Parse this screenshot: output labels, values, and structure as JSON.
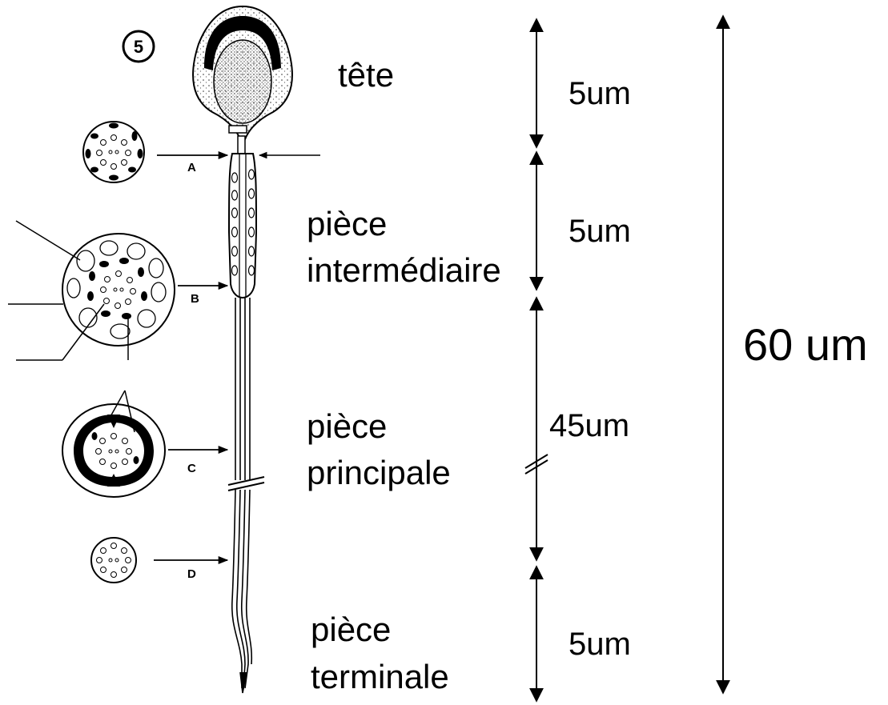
{
  "figure_number": "5",
  "parts": {
    "head": "tête",
    "midpiece_line1": "pièce",
    "midpiece_line2": "intermédiaire",
    "principal_line1": "pièce",
    "principal_line2": "principale",
    "end_line1": "pièce",
    "end_line2": "terminale"
  },
  "lengths": {
    "head": "5um",
    "midpiece": "5um",
    "principal": "45um",
    "end": "5um",
    "total": "60 um"
  },
  "section_letters": [
    "A",
    "B",
    "C",
    "D"
  ]
}
